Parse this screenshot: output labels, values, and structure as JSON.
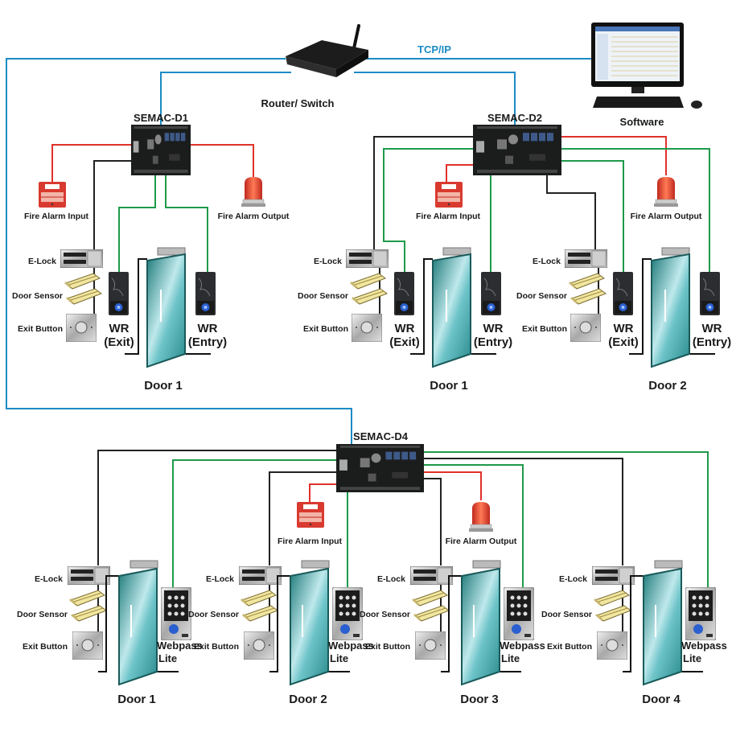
{
  "network": {
    "protocol_label": "TCP/IP",
    "router_label": "Router/ Switch",
    "software_label": "Software"
  },
  "colors": {
    "network_line": "#1b8bc6",
    "fire_line": "#e0312b",
    "reader_line": "#1e9a4a",
    "lock_line": "#222222"
  },
  "controllers": {
    "d1": {
      "name": "SEMAC-D1",
      "fire_input": "Fire Alarm Input",
      "fire_output": "Fire Alarm Output",
      "door1": {
        "label": "Door 1",
        "elock": "E-Lock",
        "sensor": "Door Sensor",
        "exit": "Exit Button",
        "reader_exit": {
          "line1": "WR",
          "line2": "(Exit)"
        },
        "reader_entry": {
          "line1": "WR",
          "line2": "(Entry)"
        }
      }
    },
    "d2": {
      "name": "SEMAC-D2",
      "fire_input": "Fire Alarm Input",
      "fire_output": "Fire Alarm Output",
      "door1": {
        "label": "Door 1",
        "elock": "E-Lock",
        "sensor": "Door Sensor",
        "exit": "Exit Button",
        "reader_exit": {
          "line1": "WR",
          "line2": "(Exit)"
        },
        "reader_entry": {
          "line1": "WR",
          "line2": "(Entry)"
        }
      },
      "door2": {
        "label": "Door 2",
        "elock": "E-Lock",
        "sensor": "Door Sensor",
        "exit": "Exit Button",
        "reader_exit": {
          "line1": "WR",
          "line2": "(Exit)"
        },
        "reader_entry": {
          "line1": "WR",
          "line2": "(Entry)"
        }
      }
    },
    "d4": {
      "name": "SEMAC-D4",
      "fire_input": "Fire Alarm Input",
      "fire_output": "Fire Alarm Output",
      "door1": {
        "label": "Door 1",
        "elock": "E-Lock",
        "sensor": "Door Sensor",
        "exit": "Exit Button",
        "reader": {
          "line1": "Webpass",
          "line2": "Lite"
        }
      },
      "door2": {
        "label": "Door 2",
        "elock": "E-Lock",
        "sensor": "Door Sensor",
        "exit": "Exit Button",
        "reader": {
          "line1": "Webpass",
          "line2": "Lite"
        }
      },
      "door3": {
        "label": "Door 3",
        "elock": "E-Lock",
        "sensor": "Door Sensor",
        "exit": "Exit Button",
        "reader": {
          "line1": "Webpass",
          "line2": "Lite"
        }
      },
      "door4": {
        "label": "Door 4",
        "elock": "E-Lock",
        "sensor": "Door Sensor",
        "exit": "Exit Button",
        "reader": {
          "line1": "Webpass",
          "line2": "Lite"
        }
      }
    }
  }
}
